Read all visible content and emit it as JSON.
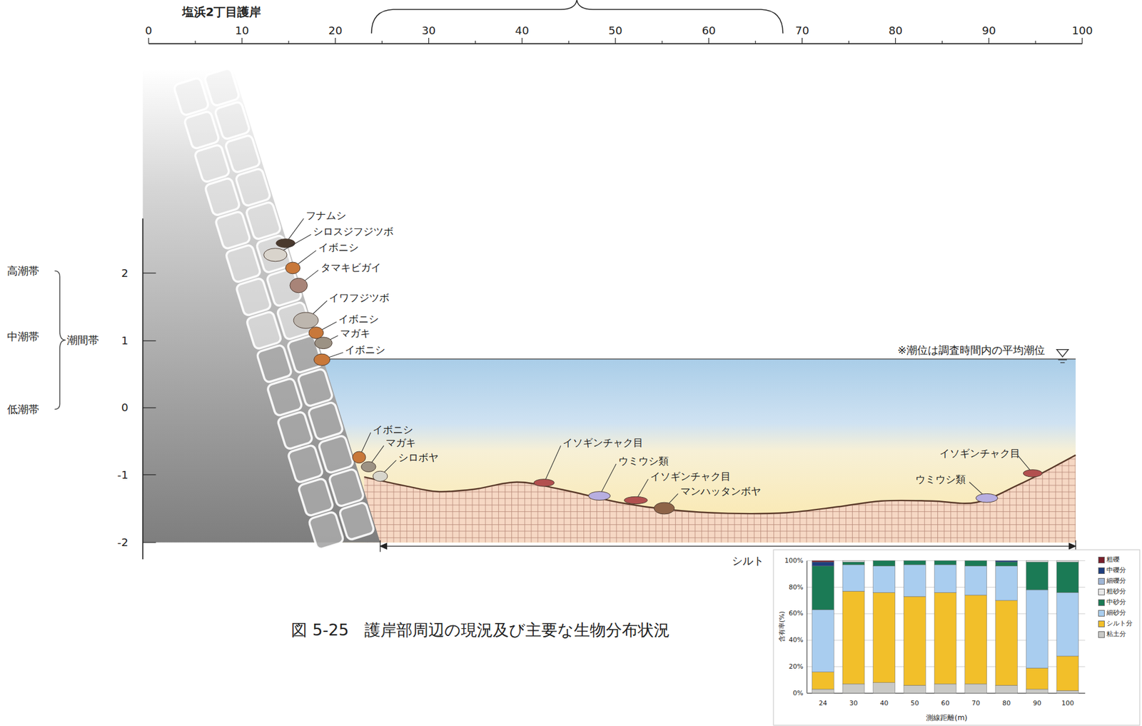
{
  "diagram": {
    "caption": "図 5-25　護岸部周辺の現況及び主要な生物分布状況",
    "labels": [
      "塩浜2丁目護岸",
      "0",
      "10",
      "20",
      "30",
      "40",
      "50",
      "60",
      "70",
      "80",
      "90",
      "100",
      "高潮帯",
      "中潮帯",
      "低潮帯",
      "潮間帯",
      "2",
      "1",
      "0",
      "-1",
      "-2",
      "フナムシ",
      "シロスジフジツボ",
      "イボニシ",
      "タマキビガイ",
      "イワフジツボ",
      "イボニシ",
      "マガキ",
      "イボニシ",
      "イボニシ",
      "マガキ",
      "シロボヤ",
      "イソギンチャク目",
      "ウミウシ類",
      "イソギンチャク目",
      "マンハッタンボヤ",
      "イソギンチャク目",
      "ウミウシ類",
      "※潮位は調査時間内の平均潮位",
      "シルト",
      "100%",
      "80%",
      "60%",
      "40%",
      "20%",
      "0%",
      "含有率(%)",
      "24",
      "30",
      "40",
      "50",
      "60",
      "70",
      "80",
      "90",
      "100",
      "測線距離(m)"
    ],
    "legend": [
      {
        "text": "粗礫",
        "color": "#7a1f2b"
      },
      {
        "text": "中礫分",
        "color": "#1f3f7f"
      },
      {
        "text": "細礫分",
        "color": "#9fb6d6"
      },
      {
        "text": "粗砂分",
        "color": "#e8e8e8"
      },
      {
        "text": "中砂分",
        "color": "#1b7a55"
      },
      {
        "text": "細砂分",
        "color": "#a9cdef"
      },
      {
        "text": "シルト分",
        "color": "#f2bf2a"
      },
      {
        "text": "粘土分",
        "color": "#c9c9c6"
      }
    ]
  }
}
